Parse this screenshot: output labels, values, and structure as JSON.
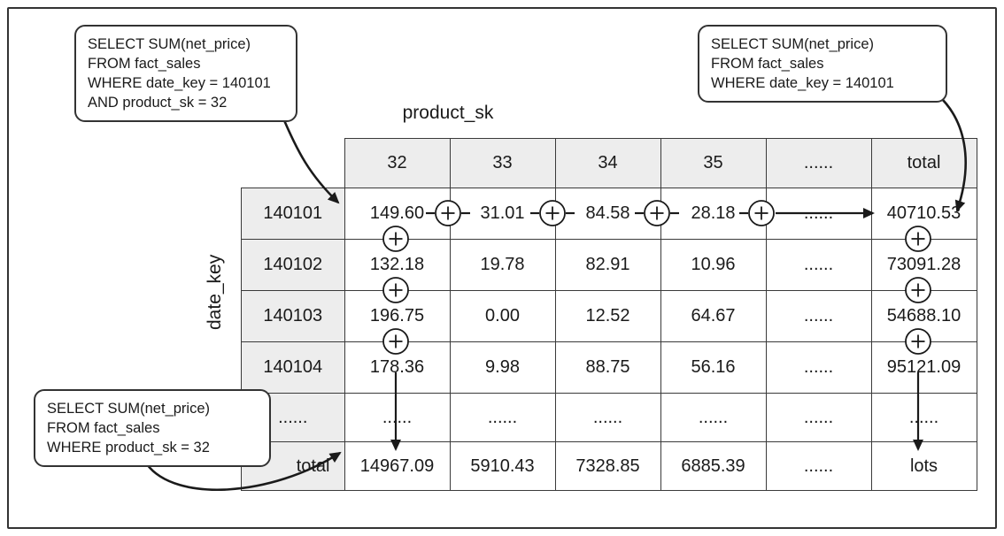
{
  "diagram": {
    "axis_labels": {
      "column": "product_sk",
      "row": "date_key"
    },
    "callouts": {
      "top_left": {
        "lines": [
          "SELECT SUM(net_price)",
          "FROM fact_sales",
          "WHERE date_key = 140101",
          "AND product_sk = 32"
        ]
      },
      "top_right": {
        "lines": [
          "SELECT SUM(net_price)",
          "FROM fact_sales",
          "WHERE date_key = 140101"
        ]
      },
      "bottom_left": {
        "lines": [
          "SELECT SUM(net_price)",
          "FROM fact_sales",
          "WHERE product_sk = 32"
        ]
      }
    },
    "table": {
      "column_headers": [
        "32",
        "33",
        "34",
        "35",
        "......",
        "total"
      ],
      "rows": [
        {
          "header": "140101",
          "cells": [
            "149.60",
            "31.01",
            "84.58",
            "28.18",
            "......",
            "40710.53"
          ]
        },
        {
          "header": "140102",
          "cells": [
            "132.18",
            "19.78",
            "82.91",
            "10.96",
            "......",
            "73091.28"
          ]
        },
        {
          "header": "140103",
          "cells": [
            "196.75",
            "0.00",
            "12.52",
            "64.67",
            "......",
            "54688.10"
          ]
        },
        {
          "header": "140104",
          "cells": [
            "178.36",
            "9.98",
            "88.75",
            "56.16",
            "......",
            "95121.09"
          ]
        },
        {
          "header": "......",
          "cells": [
            "......",
            "......",
            "......",
            "......",
            "......",
            "......"
          ]
        },
        {
          "header": "total",
          "cells": [
            "14967.09",
            "5910.43",
            "7328.85",
            "6885.39",
            "......",
            "lots"
          ]
        }
      ]
    },
    "icons": {
      "plus_circle": "+"
    },
    "colors": {
      "border": "#333333",
      "grid": "#3a3a3a",
      "header_bg": "#ededed",
      "text": "#1a1a1a",
      "arrow": "#1a1a1a"
    }
  }
}
